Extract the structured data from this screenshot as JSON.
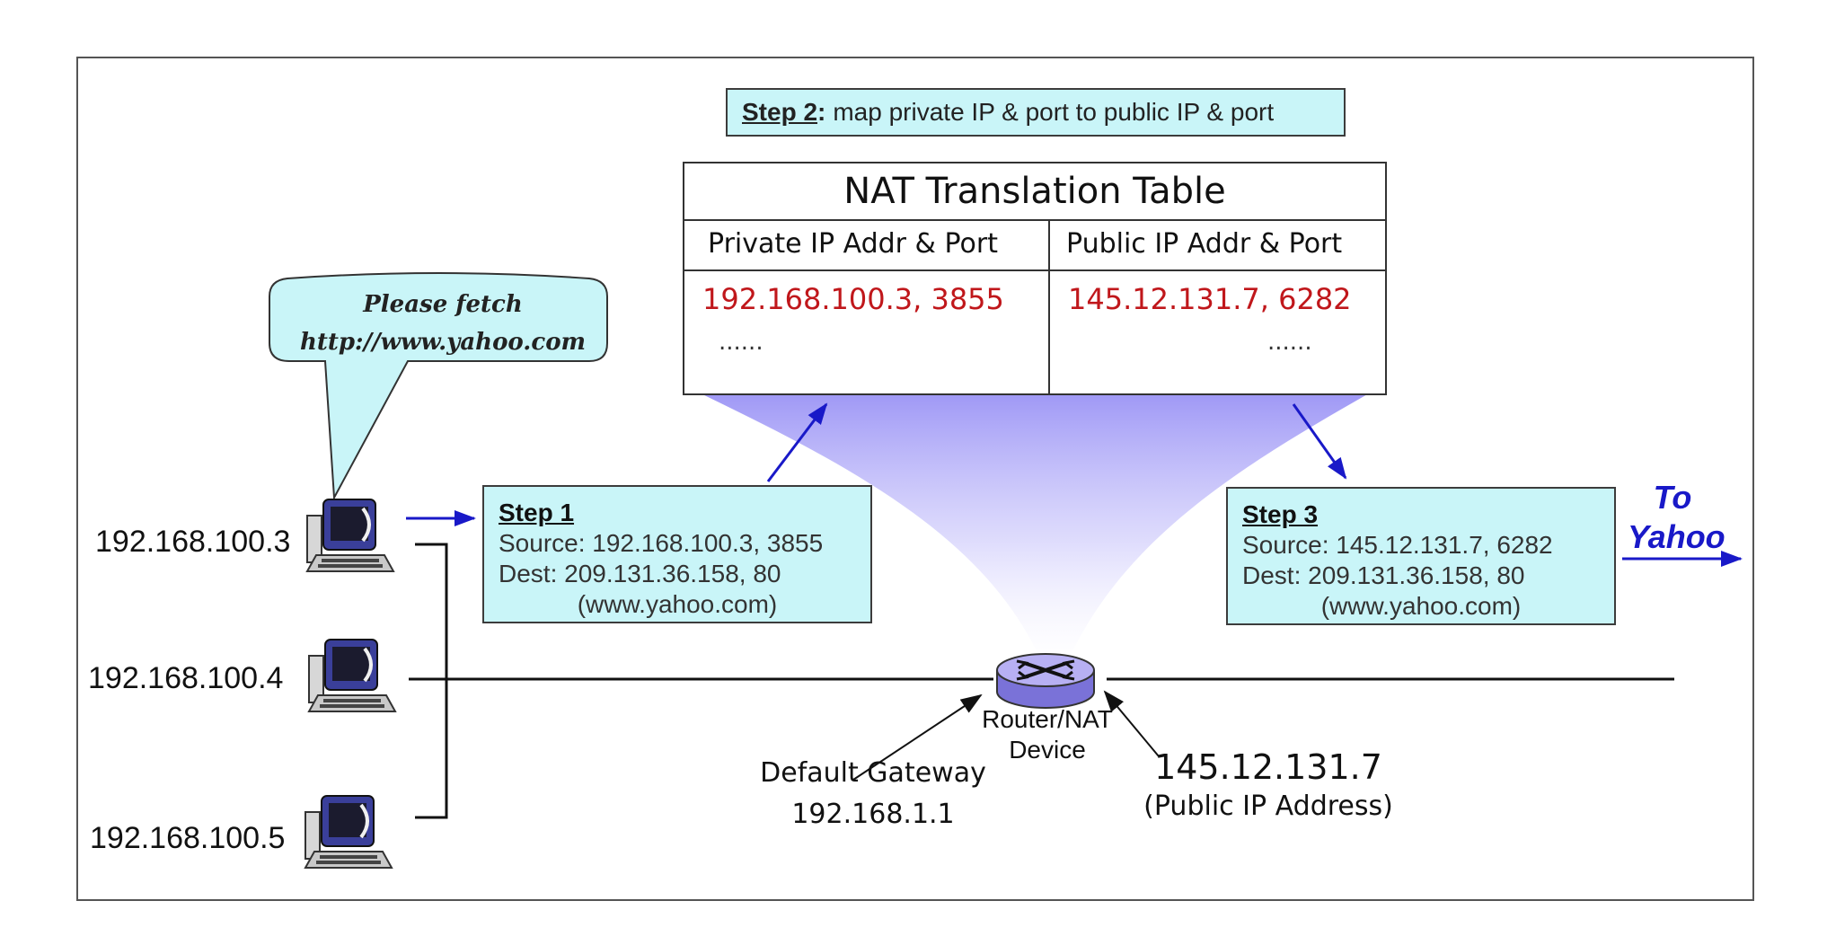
{
  "step2": {
    "label": "Step 2",
    "text": "map private IP & port to public IP & port"
  },
  "nat_table": {
    "title": "NAT Translation Table",
    "headers": [
      "Private IP Addr & Port",
      "Public IP Addr & Port"
    ],
    "rows": [
      [
        "192.168.100.3, 3855",
        "145.12.131.7, 6282"
      ],
      [
        "......",
        "......"
      ]
    ]
  },
  "bubble": {
    "line1": "Please fetch",
    "line2": "http://www.yahoo.com"
  },
  "hosts": [
    "192.168.100.3",
    "192.168.100.4",
    "192.168.100.5"
  ],
  "step1": {
    "title": "Step 1",
    "source": "Source: 192.168.100.3, 3855",
    "dest": "Dest: 209.131.36.158, 80",
    "host": "(www.yahoo.com)"
  },
  "step3": {
    "title": "Step 3",
    "source": "Source: 145.12.131.7, 6282",
    "dest": "Dest: 209.131.36.158, 80",
    "host": "(www.yahoo.com)"
  },
  "to_yahoo": {
    "line1": "To",
    "line2": "Yahoo"
  },
  "router": {
    "line1": "Router/NAT",
    "line2": "Device"
  },
  "gateway": {
    "line1": "Default Gateway",
    "line2": "192.168.1.1"
  },
  "public_ip": {
    "ip": "145.12.131.7",
    "label": "(Public IP Address)"
  },
  "colors": {
    "box_fill": "#c9f5f8",
    "nat_values": "#c0171b",
    "arrow_blue": "#1919c8",
    "cone": "#9a92f5"
  }
}
